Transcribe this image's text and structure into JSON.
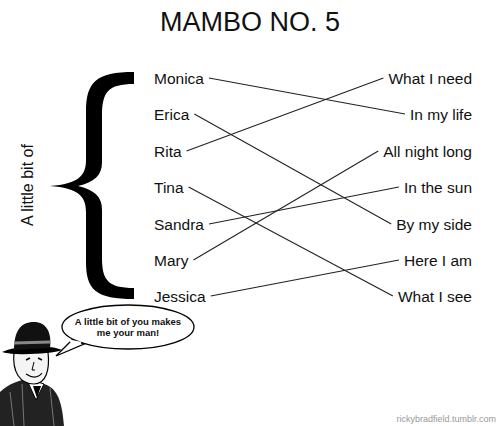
{
  "diagram": {
    "title": "MAMBO NO. 5",
    "nodes": [
      {
        "text": [
          "Monica"
        ]
      },
      {
        "text": [
          "Erica"
        ]
      },
      {
        "text": [
          "Rita"
        ]
      },
      {
        "text": [
          "Tina"
        ]
      },
      {
        "text": [
          "Sandra"
        ]
      },
      {
        "text": [
          "Mary"
        ]
      },
      {
        "text": [
          "Jessica"
        ]
      },
      {
        "text": [
          "What I need"
        ]
      },
      {
        "text": [
          "In my life"
        ]
      },
      {
        "text": [
          "All night long"
        ]
      },
      {
        "text": [
          "In the sun"
        ]
      },
      {
        "text": [
          "By my side"
        ]
      },
      {
        "text": [
          "Here I am"
        ]
      },
      {
        "text": [
          "What I see"
        ]
      },
      {
        "text": [
          "A little bit of you makes me your man!"
        ]
      }
    ],
    "edges": [
      {
        "from": 0,
        "to": 8,
        "arrow": "none"
      },
      {
        "from": 1,
        "to": 11,
        "arrow": "none"
      },
      {
        "from": 2,
        "to": 7,
        "arrow": "none"
      },
      {
        "from": 3,
        "to": 13,
        "arrow": "none"
      },
      {
        "from": 4,
        "to": 10,
        "arrow": "none"
      },
      {
        "from": 5,
        "to": 9,
        "arrow": "none"
      },
      {
        "from": 6,
        "to": 12,
        "arrow": "none"
      }
    ],
    "labels": [
      "A little bit of",
      "rickybradfield.tumblr.com"
    ]
  }
}
